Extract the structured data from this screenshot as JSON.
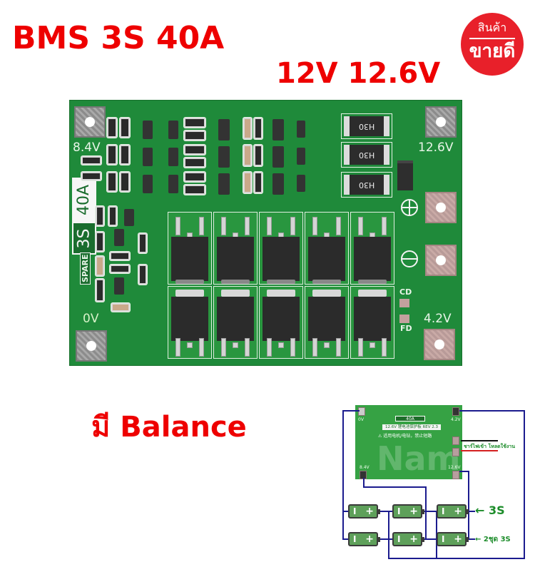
{
  "header": {
    "title": "BMS 3S 40A",
    "voltage": "12V 12.6V",
    "badge": {
      "top": "สินค้า",
      "bottom": "ขายดี",
      "color": "#e8202a"
    }
  },
  "pcb": {
    "pads": {
      "top_left": "8.4V",
      "top_right": "12.6V",
      "bottom_left": "0V",
      "bottom_right": "4.2V"
    },
    "model_label": {
      "series": "3S",
      "current": "40A"
    },
    "spare_label": "SPARE",
    "resistor_code": "H30",
    "test_points": [
      "CD",
      "FD"
    ],
    "polarity": [
      "+",
      "−"
    ],
    "mosfet_count": 10,
    "board_color": "#1f8a3a"
  },
  "feature": {
    "text": "มี Balance"
  },
  "diagram": {
    "mini_board": {
      "model": "40A",
      "revision": "12.6V 锂电池保护板 REV 2.3",
      "warning": "适用电机/电钻，禁止短路",
      "watermark": "Nam",
      "pads": [
        "0V",
        "4.2V",
        "8.4V",
        "12.6V"
      ]
    },
    "note": "ชาร์ไฟเข้า โหลดใช้งาน",
    "rows": [
      {
        "label": "← 3S",
        "cells": 3
      },
      {
        "label": "← 2ชุด 3S",
        "cells": 3
      }
    ],
    "battery_symbol": {
      "neg": "I",
      "pos": "+"
    },
    "wire_color": "#1b1b8e"
  }
}
